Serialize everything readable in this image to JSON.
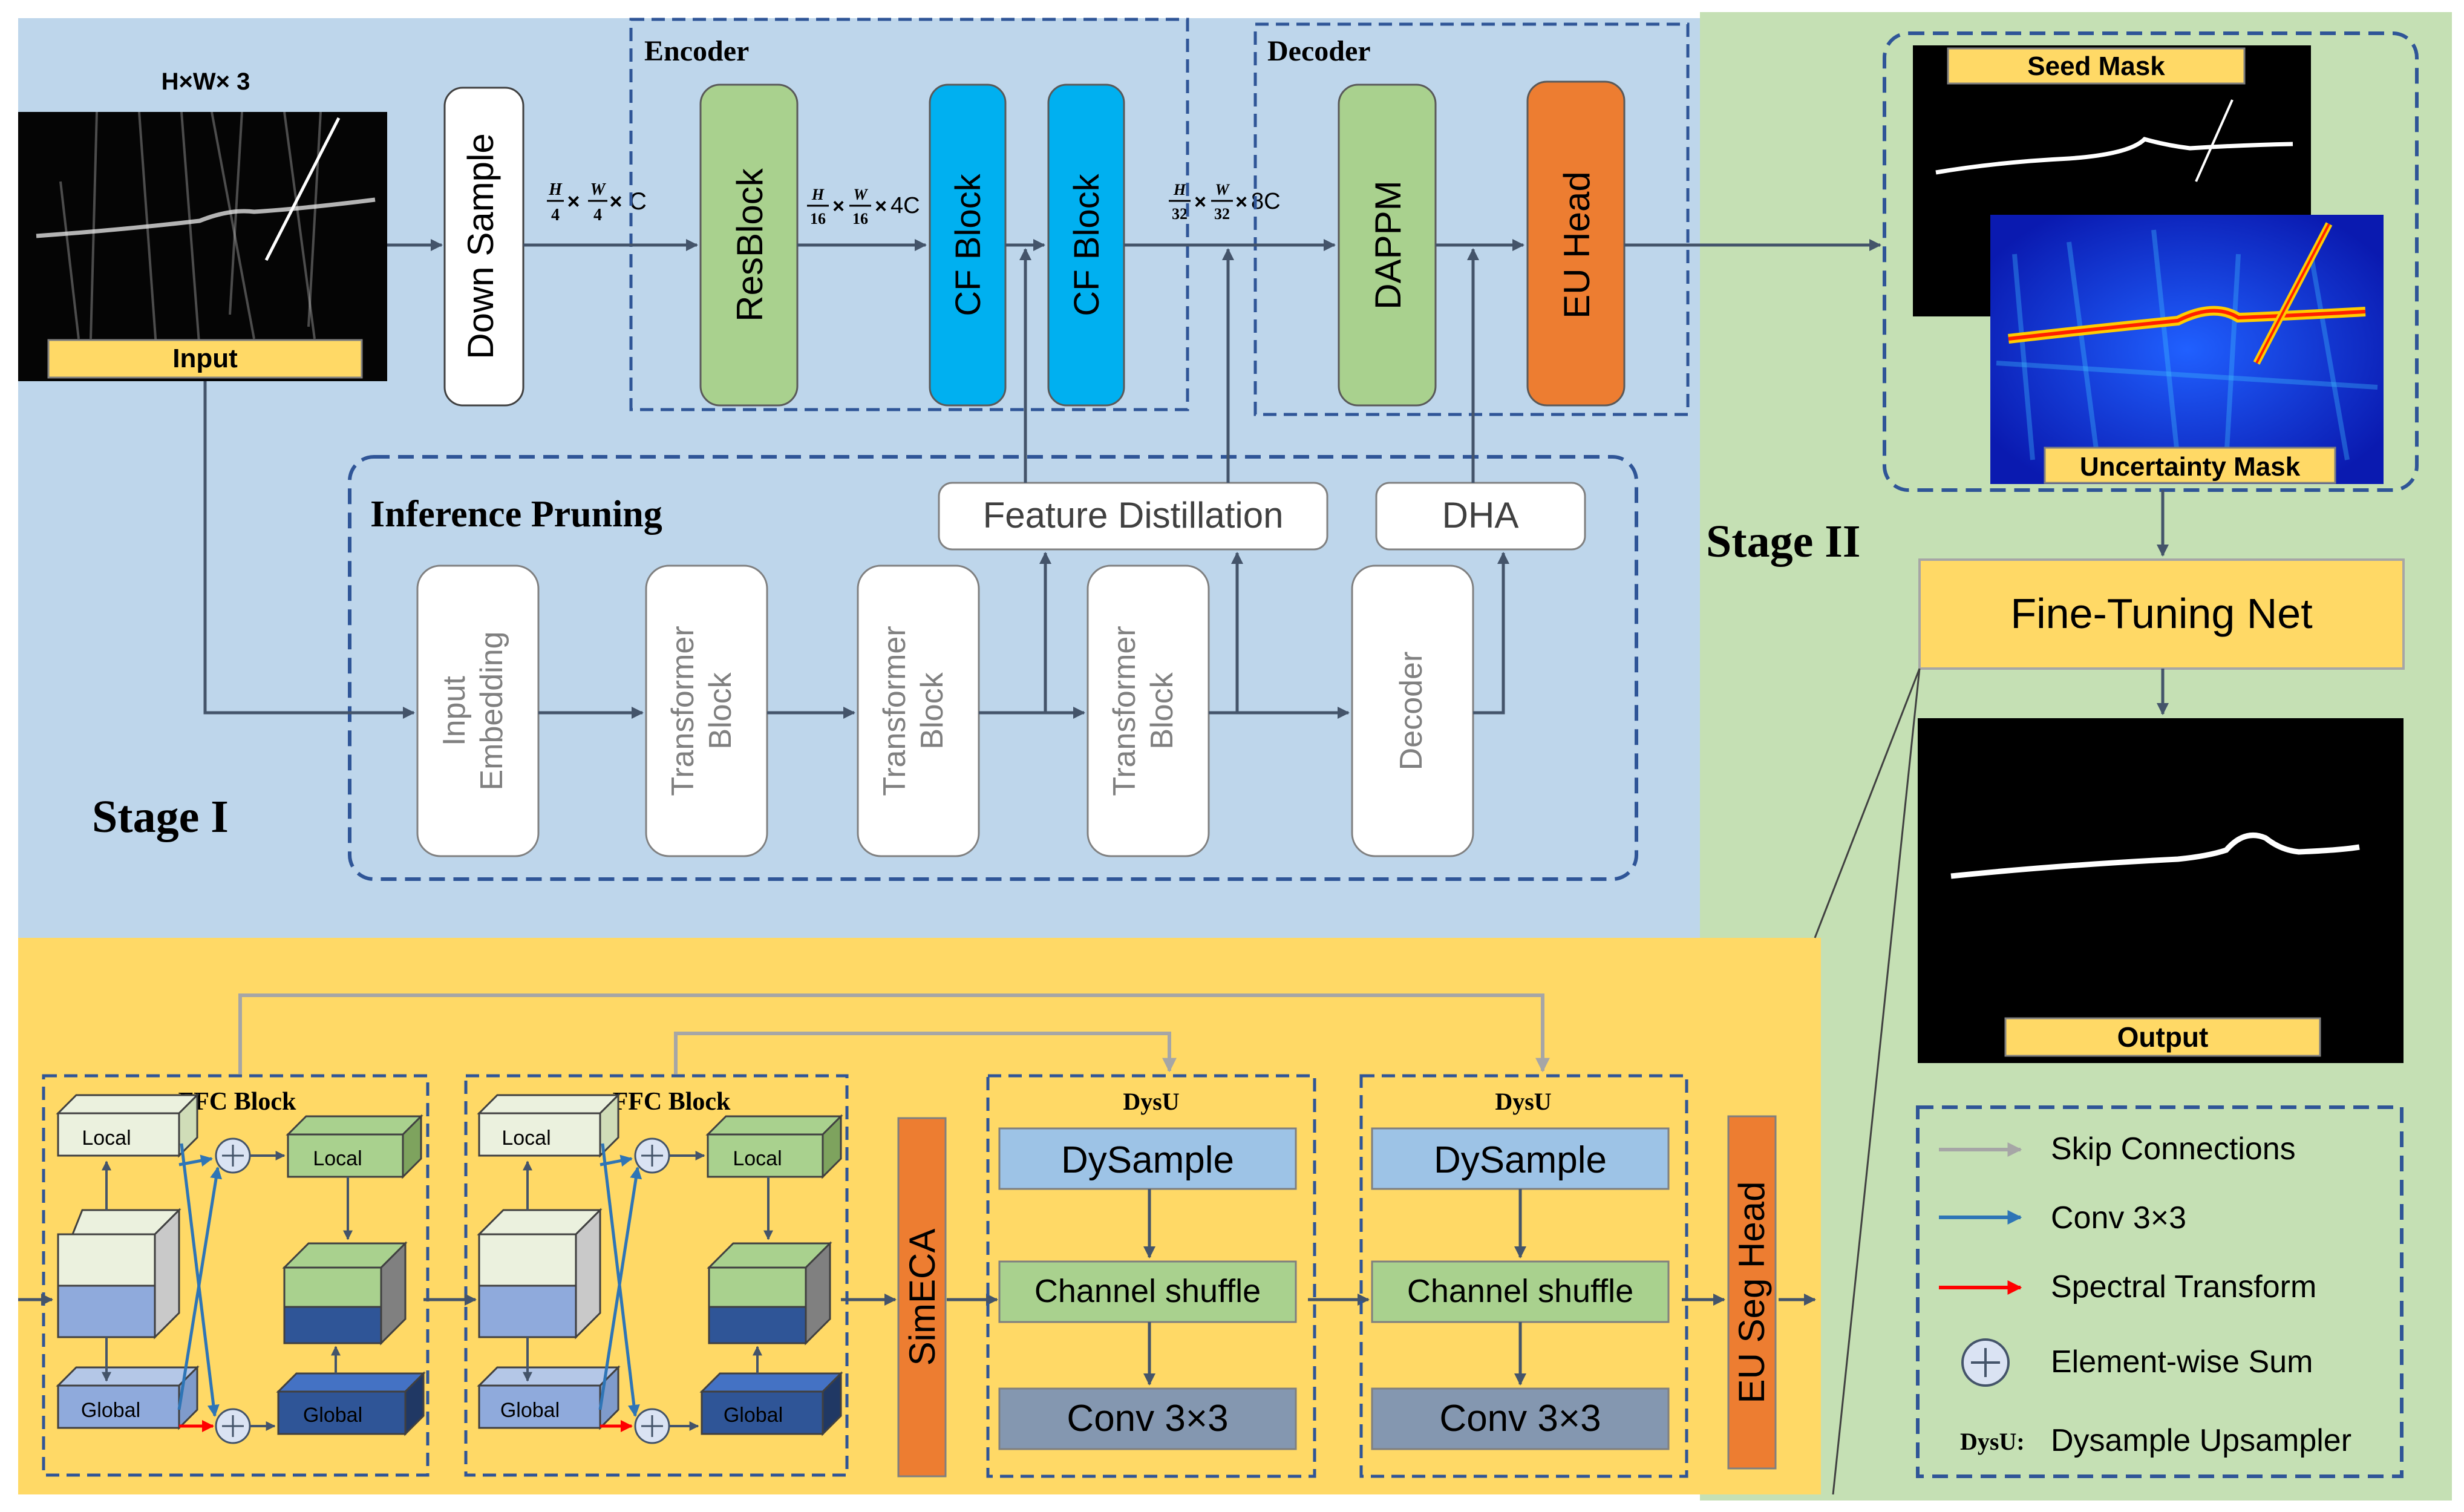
{
  "colors": {
    "stage1_bg": "#BED6EB",
    "stage2_bg": "#C5E0B4",
    "bottom_bg": "#FFD966",
    "label_yellow": "#FFD966",
    "green": "#A9D18E",
    "cyan": "#00B0F0",
    "orange": "#ED7D31",
    "dash_blue": "#2F5597",
    "arrow": "#44546A",
    "skip_gray": "#A6A6A6",
    "conv_blue": "#2E75B6",
    "spectral_red": "#FF0000",
    "dysample_blue": "#9DC3E6",
    "conv_gray": "#8497B0"
  },
  "stage1": {
    "title": "Stage  I",
    "input_size": "H×W× 3",
    "input_label": "Input",
    "down_sample": "Down Sample",
    "dim1": {
      "num1": "H",
      "den1": "4",
      "num2": "W",
      "den2": "4",
      "suffix": "C"
    },
    "dim2": {
      "num1": "H",
      "den1": "16",
      "num2": "W",
      "den2": "16",
      "suffix": "4C"
    },
    "dim3": {
      "num1": "H",
      "den1": "32",
      "num2": "W",
      "den2": "32",
      "suffix": "8C"
    },
    "times": "×",
    "encoder": {
      "title": "Encoder",
      "resblock": "ResBlock",
      "cf1": "CF Block",
      "cf2": "CF Block"
    },
    "decoder": {
      "title": "Decoder",
      "dappm": "DAPPM",
      "eu_head": "EU Head"
    },
    "inference": {
      "title": "Inference Pruning",
      "feature_distillation": "Feature Distillation",
      "dha": "DHA",
      "input_embedding": [
        "Input",
        "Embedding"
      ],
      "transformer1": [
        "Transformer",
        "Block"
      ],
      "transformer2": [
        "Transformer",
        "Block"
      ],
      "transformer3": [
        "Transformer",
        "Block"
      ],
      "decoder": "Decoder"
    }
  },
  "stage2": {
    "title": "Stage II",
    "seed_mask": "Seed  Mask",
    "uncertainty_mask": "Uncertainty Mask",
    "fine_tuning": "Fine-Tuning Net",
    "output": "Output"
  },
  "legend": {
    "items": [
      {
        "kind": "skip",
        "label": "Skip Connections"
      },
      {
        "kind": "conv",
        "label": "Conv 3×3"
      },
      {
        "kind": "spectral",
        "label": "Spectral Transform"
      },
      {
        "kind": "sum",
        "label": "Element-wise Sum"
      },
      {
        "kind": "abbr",
        "abbr": "DysU:",
        "label": "Dysample Upsampler"
      }
    ]
  },
  "bottom": {
    "ffc1": {
      "title": "FFC Block",
      "local_in": "Local",
      "global_in": "Global",
      "local_out": "Local",
      "global_out": "Global"
    },
    "ffc2": {
      "title": "FFC Block",
      "local_in": "Local",
      "global_in": "Global",
      "local_out": "Local",
      "global_out": "Global"
    },
    "simeca": "SimECA",
    "dysu1": {
      "title": "DysU",
      "dysample": "DySample",
      "shuffle": "Channel shuffle",
      "conv": "Conv 3×3"
    },
    "dysu2": {
      "title": "DysU",
      "dysample": "DySample",
      "shuffle": "Channel shuffle",
      "conv": "Conv 3×3"
    },
    "eu_seg_head": "EU Seg Head"
  }
}
